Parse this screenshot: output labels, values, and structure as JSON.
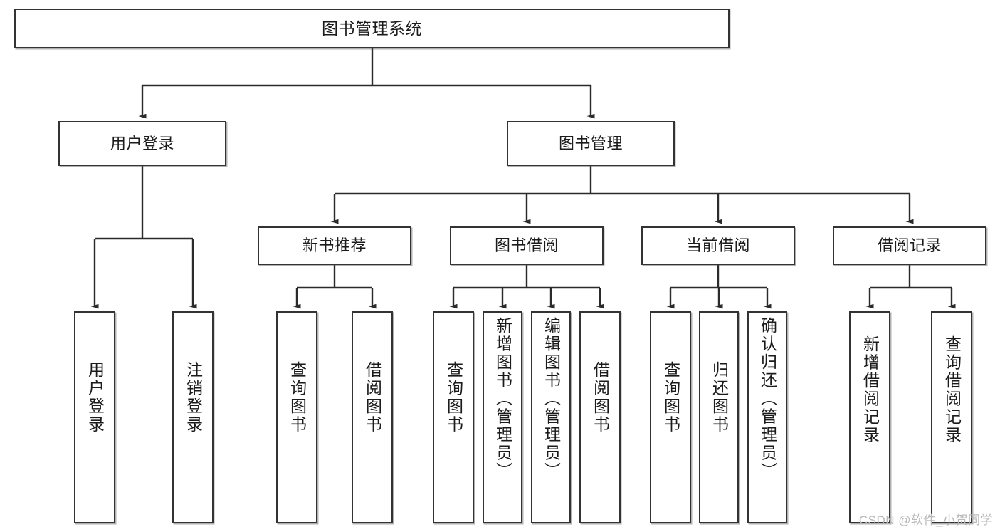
{
  "diagram": {
    "type": "tree-hierarchy-chart",
    "title": "图书管理系统",
    "watermark": "CSDN @软件_小贺同学",
    "colors": {
      "box_border": "#333333",
      "line": "#2b2b2b",
      "background": "#ffffff",
      "text": "#1b1b1b",
      "watermark": "#b9b9b9"
    },
    "nodes": {
      "root": {
        "label": "图书管理系统",
        "level": 1,
        "orientation": "horizontal"
      },
      "user_login": {
        "label": "用户登录",
        "level": 2,
        "orientation": "horizontal"
      },
      "book_manage": {
        "label": "图书管理",
        "level": 2,
        "orientation": "horizontal"
      },
      "new_book_rec": {
        "label": "新书推荐",
        "level": 3,
        "orientation": "horizontal"
      },
      "book_borrow": {
        "label": "图书借阅",
        "level": 3,
        "orientation": "horizontal"
      },
      "current_borrow": {
        "label": "当前借阅",
        "level": 3,
        "orientation": "horizontal"
      },
      "borrow_record": {
        "label": "借阅记录",
        "level": 3,
        "orientation": "horizontal"
      },
      "leaf_user_login": {
        "label": "用户登录",
        "level": 4,
        "orientation": "vertical",
        "parent": "用户登录"
      },
      "leaf_logout": {
        "label": "注销登录",
        "level": 4,
        "orientation": "vertical",
        "parent": "用户登录"
      },
      "leaf_query_book_1": {
        "label": "查询图书",
        "level": 4,
        "orientation": "vertical",
        "parent": "新书推荐"
      },
      "leaf_borrow_book_1": {
        "label": "借阅图书",
        "level": 4,
        "orientation": "vertical",
        "parent": "新书推荐"
      },
      "leaf_query_book_2": {
        "label": "查询图书",
        "level": 4,
        "orientation": "vertical",
        "parent": "图书借阅"
      },
      "leaf_add_book": {
        "label": "新增图书（管理员）",
        "level": 4,
        "orientation": "vertical",
        "parent": "图书借阅"
      },
      "leaf_edit_book": {
        "label": "编辑图书（管理员）",
        "level": 4,
        "orientation": "vertical",
        "parent": "图书借阅"
      },
      "leaf_borrow_book_2": {
        "label": "借阅图书",
        "level": 4,
        "orientation": "vertical",
        "parent": "图书借阅"
      },
      "leaf_query_book_3": {
        "label": "查询图书",
        "level": 4,
        "orientation": "vertical",
        "parent": "当前借阅"
      },
      "leaf_return_book": {
        "label": "归还图书",
        "level": 4,
        "orientation": "vertical",
        "parent": "当前借阅"
      },
      "leaf_confirm_return": {
        "label": "确认归还（管理员）",
        "level": 4,
        "orientation": "vertical",
        "parent": "当前借阅"
      },
      "leaf_add_record": {
        "label": "新增借阅记录",
        "level": 4,
        "orientation": "vertical",
        "parent": "借阅记录"
      },
      "leaf_query_record": {
        "label": "查询借阅记录",
        "level": 4,
        "orientation": "vertical",
        "parent": "借阅记录"
      }
    }
  }
}
